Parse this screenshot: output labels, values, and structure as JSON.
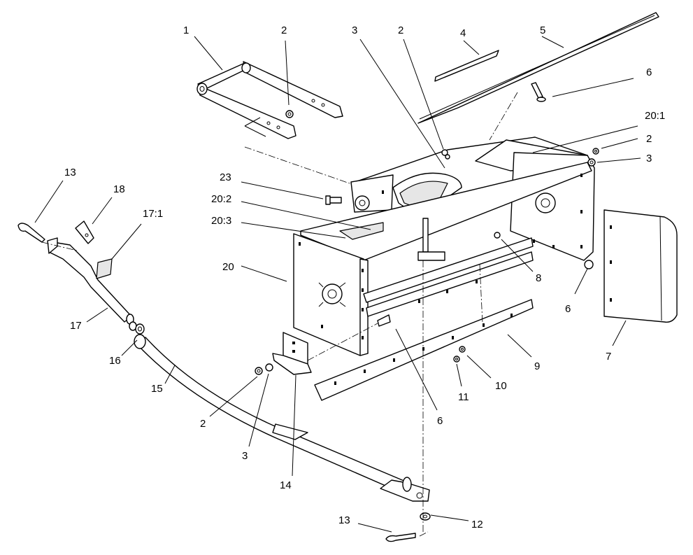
{
  "callouts": [
    {
      "id": "c1",
      "label": "1"
    },
    {
      "id": "c2a",
      "label": "2"
    },
    {
      "id": "c3a",
      "label": "3"
    },
    {
      "id": "c2b",
      "label": "2"
    },
    {
      "id": "c4",
      "label": "4"
    },
    {
      "id": "c5",
      "label": "5"
    },
    {
      "id": "c6a",
      "label": "6"
    },
    {
      "id": "c20_1",
      "label": "20:1"
    },
    {
      "id": "c2c",
      "label": "2"
    },
    {
      "id": "c3b",
      "label": "3"
    },
    {
      "id": "c13a",
      "label": "13"
    },
    {
      "id": "c18",
      "label": "18"
    },
    {
      "id": "c17_1",
      "label": "17:1"
    },
    {
      "id": "c23",
      "label": "23"
    },
    {
      "id": "c20_2",
      "label": "20:2"
    },
    {
      "id": "c20_3",
      "label": "20:3"
    },
    {
      "id": "c20",
      "label": "20"
    },
    {
      "id": "c8",
      "label": "8"
    },
    {
      "id": "c6b",
      "label": "6"
    },
    {
      "id": "c7",
      "label": "7"
    },
    {
      "id": "c17",
      "label": "17"
    },
    {
      "id": "c16",
      "label": "16"
    },
    {
      "id": "c15",
      "label": "15"
    },
    {
      "id": "c9",
      "label": "9"
    },
    {
      "id": "c10",
      "label": "10"
    },
    {
      "id": "c11",
      "label": "11"
    },
    {
      "id": "c6c",
      "label": "6"
    },
    {
      "id": "c2d",
      "label": "2"
    },
    {
      "id": "c3c",
      "label": "3"
    },
    {
      "id": "c14",
      "label": "14"
    },
    {
      "id": "c13b",
      "label": "13"
    },
    {
      "id": "c12",
      "label": "12"
    }
  ]
}
